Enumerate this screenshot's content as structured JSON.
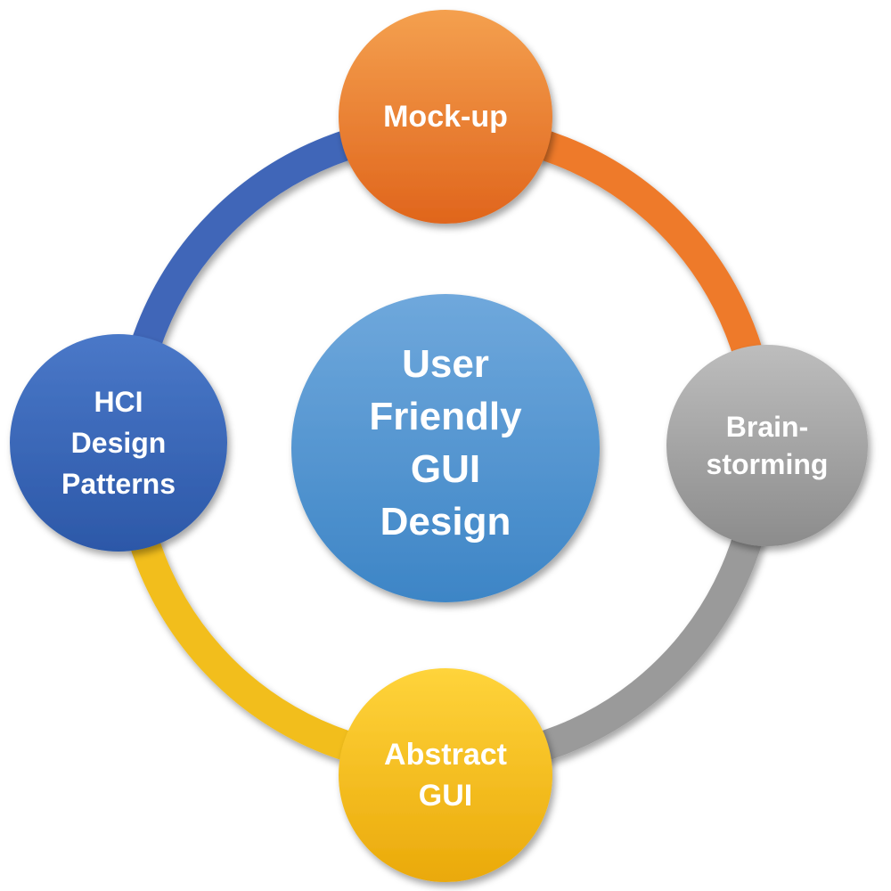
{
  "center": {
    "lines": [
      "User",
      "Friendly",
      "GUI",
      "Design"
    ],
    "color_top": "#6fa8dc",
    "color_bottom": "#3d85c6"
  },
  "nodes": [
    {
      "id": "mockup",
      "lines": [
        "Mock-up"
      ],
      "color_light": "#f4a04f",
      "color_dark": "#e0651c"
    },
    {
      "id": "brainstorming",
      "lines": [
        "Brain-",
        "storming"
      ],
      "color_light": "#bdbdbd",
      "color_dark": "#8c8c8c"
    },
    {
      "id": "abstract-gui",
      "lines": [
        "Abstract",
        "GUI"
      ],
      "color_light": "#ffd43b",
      "color_dark": "#eaa90a"
    },
    {
      "id": "hci-design-patterns",
      "lines": [
        "HCI",
        "Design",
        "Patterns"
      ],
      "color_light": "#4a78c8",
      "color_dark": "#2c58a8"
    }
  ],
  "ring": {
    "segments": [
      {
        "from": "mockup",
        "to": "brainstorming",
        "color": "#ee7a2b"
      },
      {
        "from": "brainstorming",
        "to": "abstract-gui",
        "color": "#9a9a9a"
      },
      {
        "from": "abstract-gui",
        "to": "hci-design-patterns",
        "color": "#f2be1e"
      },
      {
        "from": "hci-design-patterns",
        "to": "mockup",
        "color": "#3f66b8"
      }
    ]
  }
}
